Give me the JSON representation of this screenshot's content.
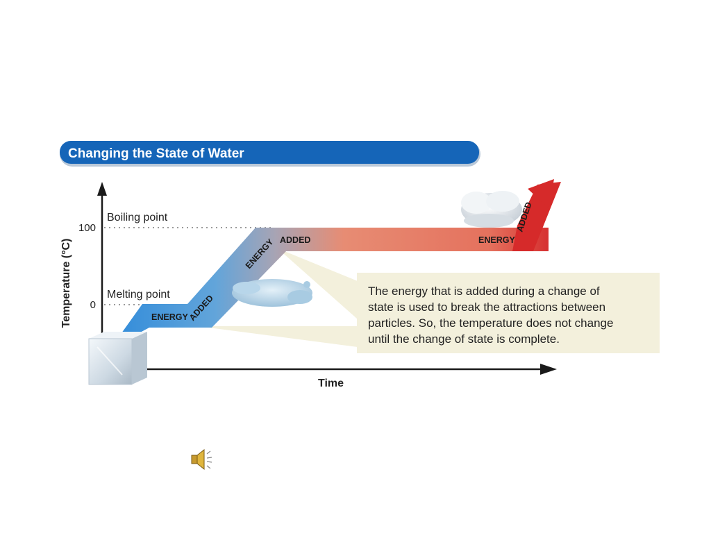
{
  "title": "Changing the State of Water",
  "y_axis_label": "Temperature (°C)",
  "x_axis_label": "Time",
  "ticks": {
    "boiling_value": "100",
    "melting_value": "0"
  },
  "reference_lines": {
    "boiling": "Boiling point",
    "melting": "Melting point"
  },
  "segment_labels": {
    "melt_energy": "ENERGY",
    "melt_added": "ADDED",
    "boil_energy": "ENERGY",
    "boil_added": "ADDED",
    "steam_energy": "ENERGY",
    "steam_added": "ADDED"
  },
  "callout_lines": [
    "The energy that is added during a change of",
    "state is used to break the attractions between",
    "particles. So, the temperature does not change",
    "until the change of state is complete."
  ],
  "colors": {
    "title_bar": "#1565b8",
    "ice": "#2e86d6",
    "water": "#9a9cb4",
    "steam": "#e9765c",
    "arrow_head": "#d62a2a",
    "callout_bg": "#f3f0dc"
  },
  "icons": {
    "audio": "speaker-icon"
  }
}
